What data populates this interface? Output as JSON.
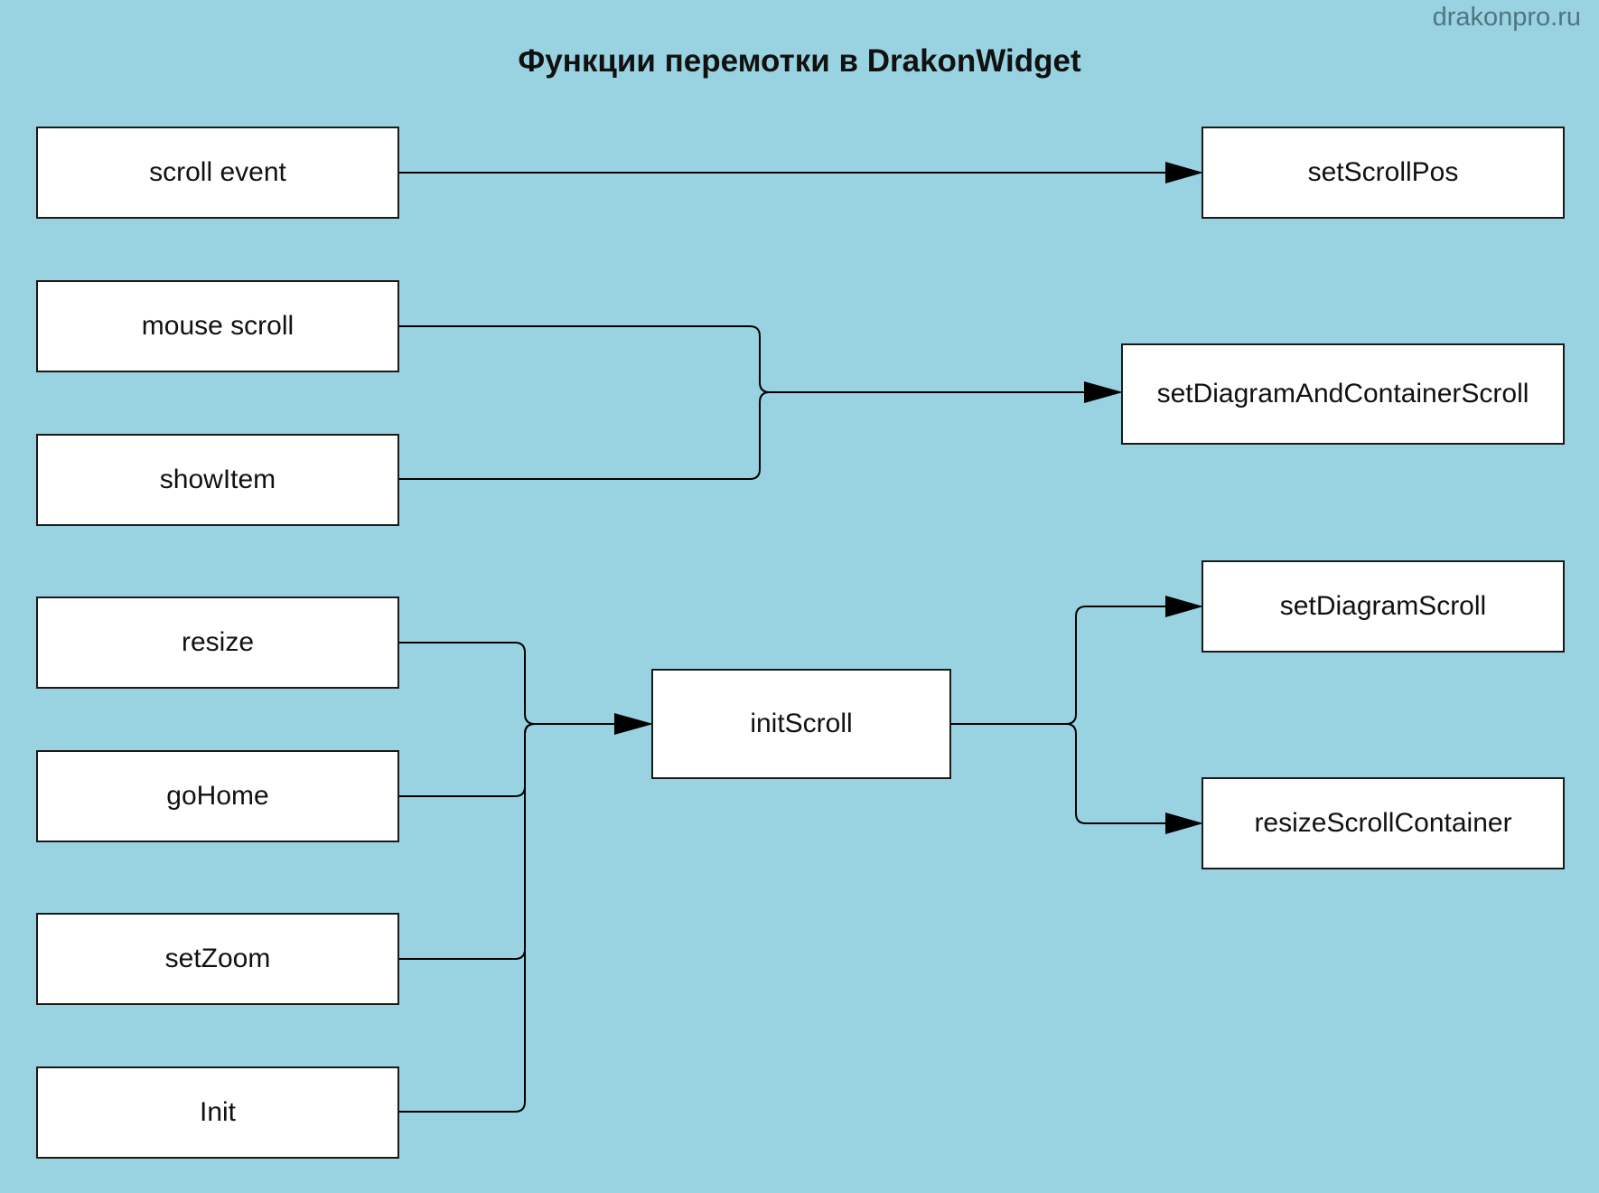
{
  "watermark": "drakonpro.ru",
  "title": "Функции перемотки в DrakonWidget",
  "colors": {
    "background": "#99d3e1",
    "box_fill": "#ffffff",
    "line": "#000000"
  },
  "nodes": {
    "scroll_event": "scroll event",
    "mouse_scroll": "mouse scroll",
    "show_item": "showItem",
    "resize": "resize",
    "go_home": "goHome",
    "set_zoom": "setZoom",
    "init": "Init",
    "init_scroll": "initScroll",
    "set_scroll_pos": "setScrollPos",
    "set_diagram_and_container_scroll": "setDiagramAndContainerScroll",
    "set_diagram_scroll": "setDiagramScroll",
    "resize_scroll_container": "resizeScrollContainer"
  },
  "edges": [
    {
      "from": "scroll event",
      "to": "setScrollPos"
    },
    {
      "from": "mouse scroll",
      "to": "setDiagramAndContainerScroll"
    },
    {
      "from": "showItem",
      "to": "setDiagramAndContainerScroll"
    },
    {
      "from": "resize",
      "to": "initScroll"
    },
    {
      "from": "goHome",
      "to": "initScroll"
    },
    {
      "from": "setZoom",
      "to": "initScroll"
    },
    {
      "from": "Init",
      "to": "initScroll"
    },
    {
      "from": "initScroll",
      "to": "setDiagramScroll"
    },
    {
      "from": "initScroll",
      "to": "resizeScrollContainer"
    }
  ]
}
